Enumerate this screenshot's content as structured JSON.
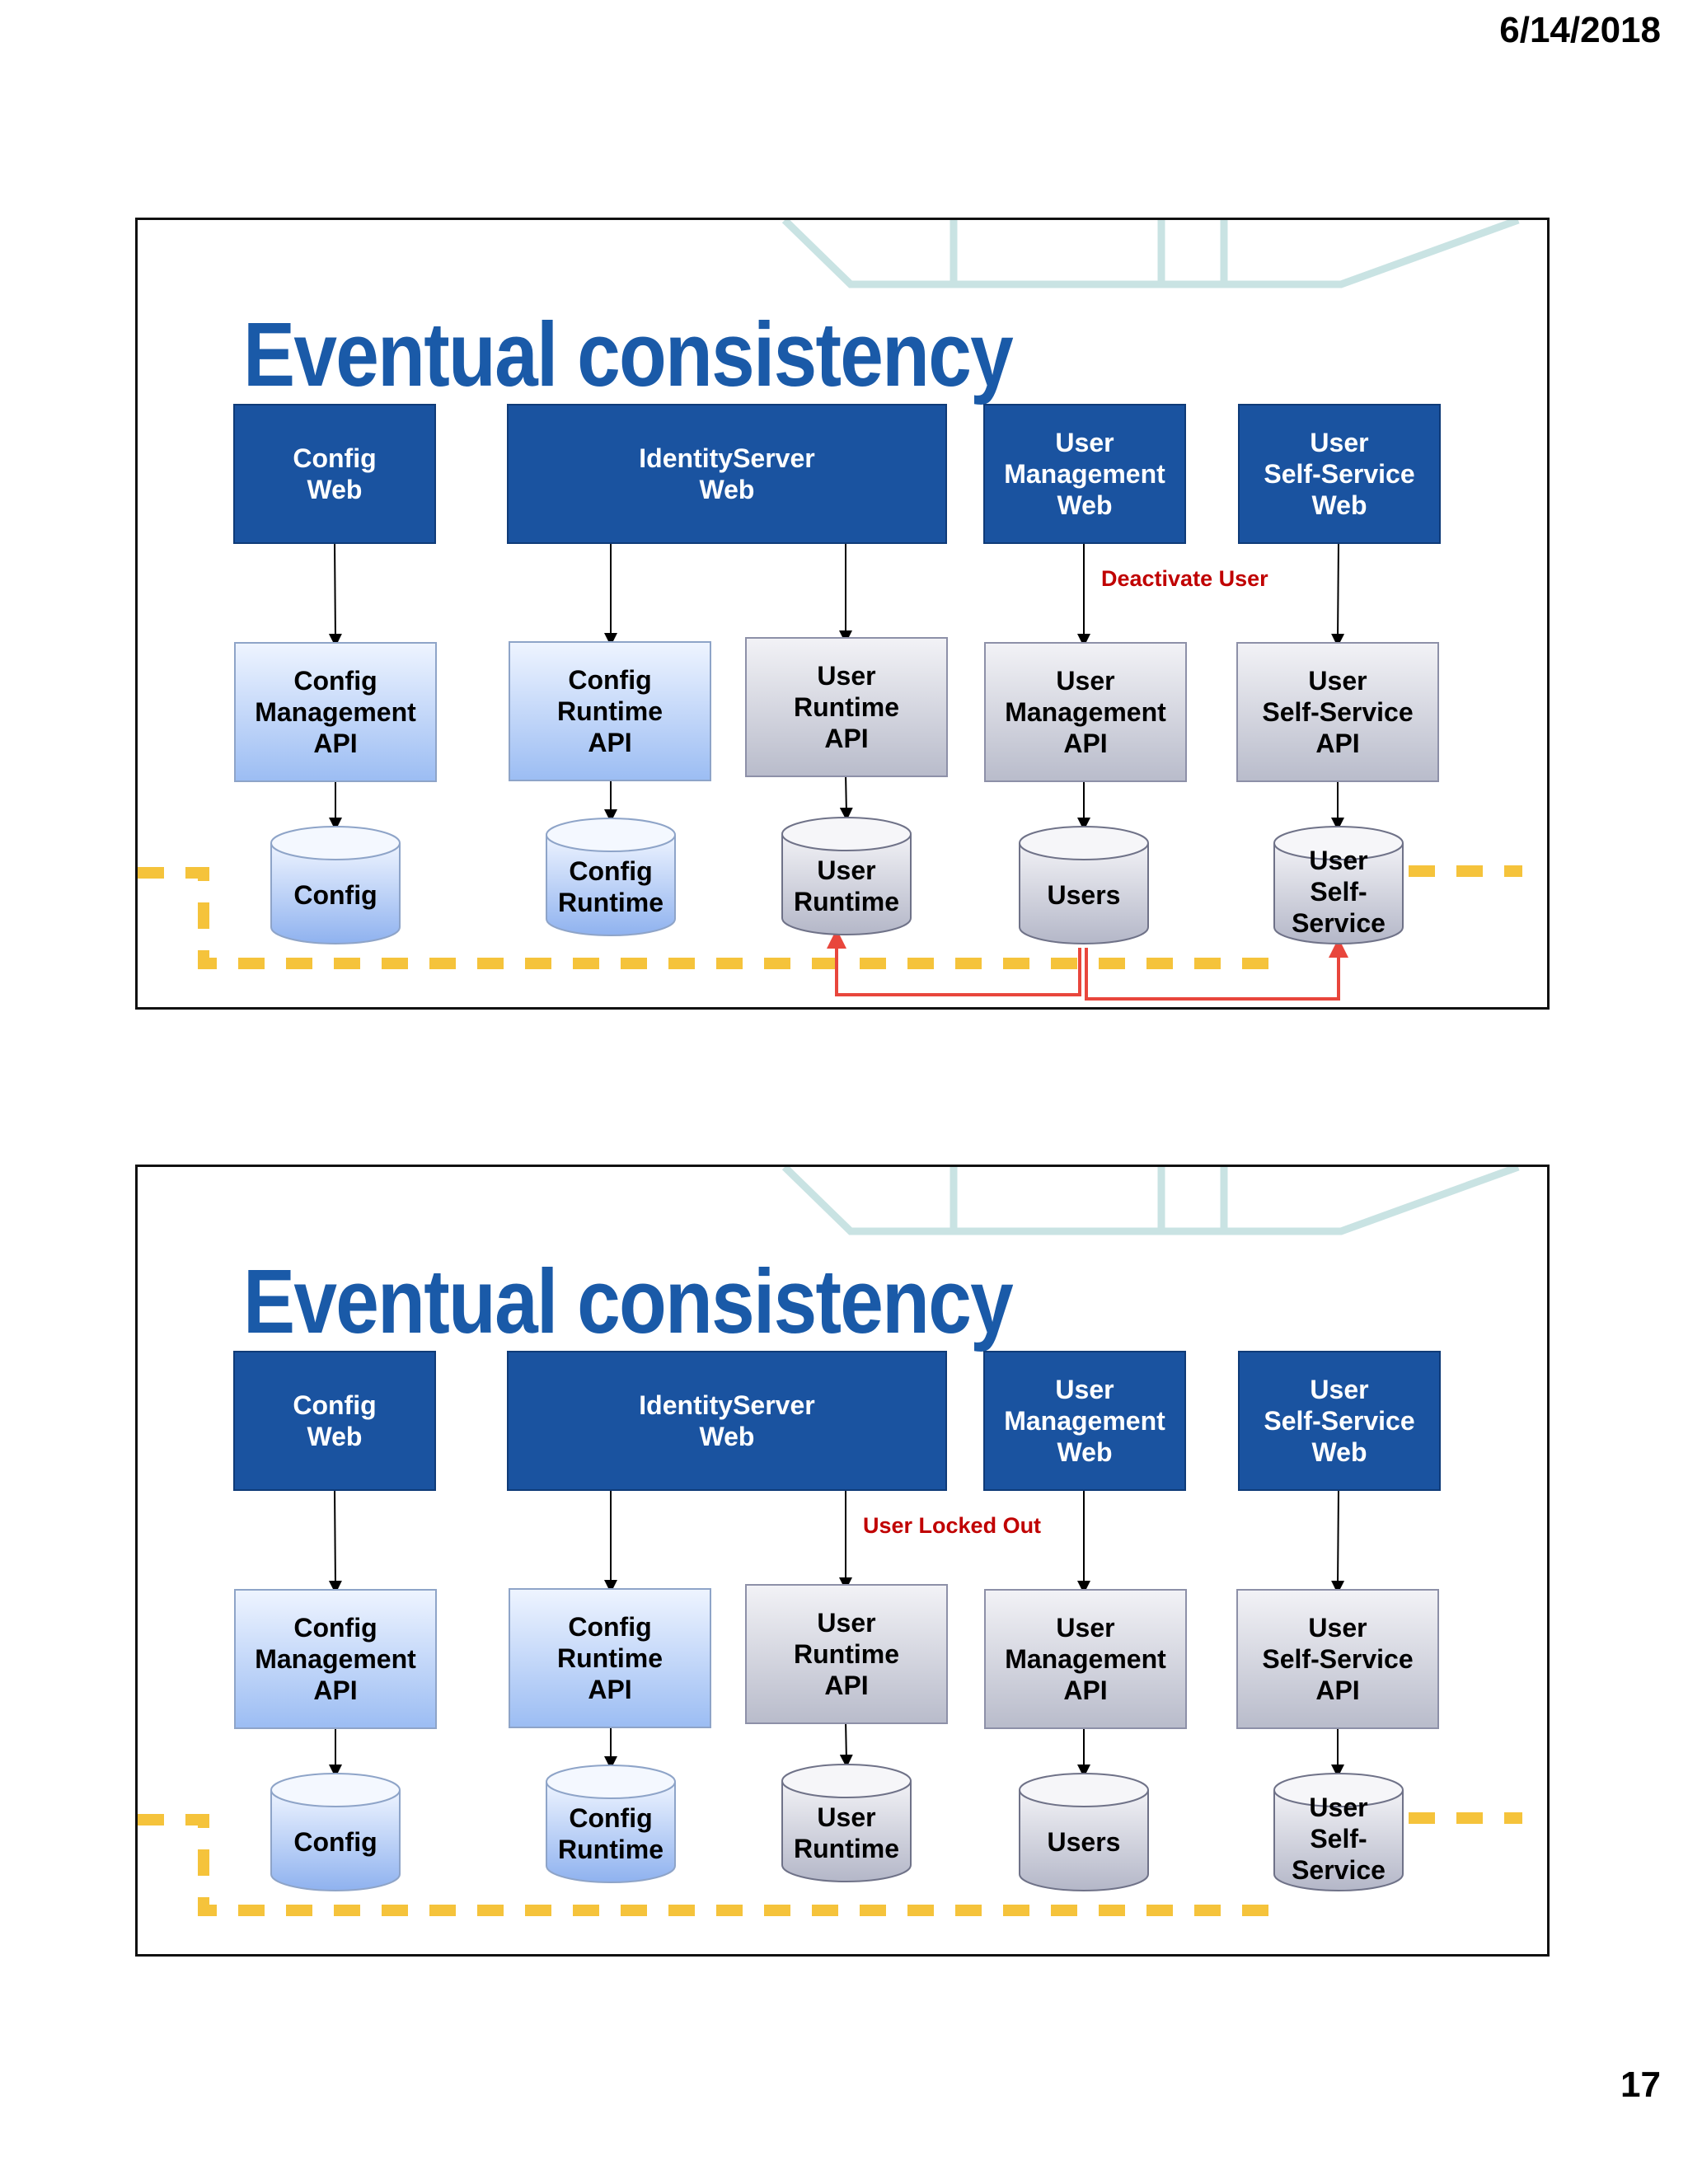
{
  "header": {
    "date": "6/14/2018"
  },
  "footer": {
    "page_number": "17"
  },
  "colors": {
    "title": "#1a5aa8",
    "web_box": "#1a53a0",
    "api_blue": "#9cbdf3",
    "api_gray": "#b9bccb",
    "replication_dashed": "#f5c33b",
    "replication_arrow": "#e8463c",
    "action_text": "#c00000",
    "decoration": "#c9e3e3"
  },
  "slides": [
    {
      "title": "Eventual consistency",
      "web": {
        "config": "Config\nWeb",
        "identity": "IdentityServer\nWeb",
        "user_mgmt": "User\nManagement\nWeb",
        "self_service": "User\nSelf-Service\nWeb"
      },
      "api": {
        "config_mgmt": "Config\nManagement\nAPI",
        "config_runtime": "Config\nRuntime\nAPI",
        "user_runtime": "User\nRuntime\nAPI",
        "user_mgmt": "User\nManagement\nAPI",
        "self_service": "User\nSelf-Service\nAPI"
      },
      "db": {
        "config": "Config",
        "config_runtime": "Config\nRuntime",
        "user_runtime": "User\nRuntime",
        "users": "Users",
        "self_service": "User\nSelf-\nService"
      },
      "action_label": "Deactivate User"
    },
    {
      "title": "Eventual consistency",
      "web": {
        "config": "Config\nWeb",
        "identity": "IdentityServer\nWeb",
        "user_mgmt": "User\nManagement\nWeb",
        "self_service": "User\nSelf-Service\nWeb"
      },
      "api": {
        "config_mgmt": "Config\nManagement\nAPI",
        "config_runtime": "Config\nRuntime\nAPI",
        "user_runtime": "User\nRuntime\nAPI",
        "user_mgmt": "User\nManagement\nAPI",
        "self_service": "User\nSelf-Service\nAPI"
      },
      "db": {
        "config": "Config",
        "config_runtime": "Config\nRuntime",
        "user_runtime": "User\nRuntime",
        "users": "Users",
        "self_service": "User\nSelf-\nService"
      },
      "action_label": "User Locked Out"
    }
  ]
}
